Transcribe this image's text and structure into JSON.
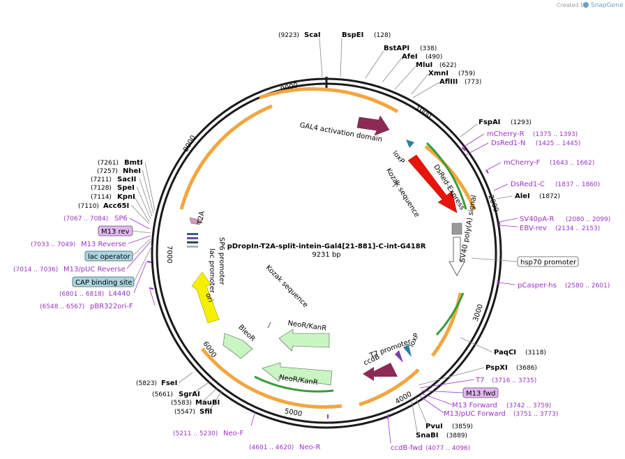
{
  "branding": {
    "created_by": "Created by",
    "product": "SnapGene"
  },
  "plasmid": {
    "name": "pDropIn-T2A-split-intein-Gal4[21-881]-C-int-G418R",
    "size_label": "9231 bp",
    "length": 9231
  },
  "ticks": [
    "1000",
    "2000",
    "3000",
    "4000",
    "5000",
    "6000",
    "7000",
    "8000",
    "9000"
  ],
  "sites": [
    {
      "name": "ScaI",
      "pos": "(9223)"
    },
    {
      "name": "BspEI",
      "pos": "(128)"
    },
    {
      "name": "BstAPI",
      "pos": "(338)"
    },
    {
      "name": "AfeI",
      "pos": "(490)"
    },
    {
      "name": "MluI",
      "pos": "(622)"
    },
    {
      "name": "XmnI",
      "pos": "(759)"
    },
    {
      "name": "AflIII",
      "pos": "(773)"
    },
    {
      "name": "FspAI",
      "pos": "(1293)"
    },
    {
      "name": "AleI",
      "pos": "(1872)"
    },
    {
      "name": "PaqCI",
      "pos": "(3118)"
    },
    {
      "name": "PspXI",
      "pos": "(3686)"
    },
    {
      "name": "PvuI",
      "pos": "(3859)"
    },
    {
      "name": "SnaBI",
      "pos": "(3889)"
    },
    {
      "name": "FseI",
      "pos": "(5823)"
    },
    {
      "name": "SgrAI",
      "pos": "(5661)"
    },
    {
      "name": "MauBI",
      "pos": "(5583)"
    },
    {
      "name": "SfiI",
      "pos": "(5547)"
    },
    {
      "name": "BmtI",
      "pos": "(7261)"
    },
    {
      "name": "NheI",
      "pos": "(7257)"
    },
    {
      "name": "SacII",
      "pos": "(7211)"
    },
    {
      "name": "SpeI",
      "pos": "(7128)"
    },
    {
      "name": "KpnI",
      "pos": "(7114)"
    },
    {
      "name": "Acc65I",
      "pos": "(7110)"
    }
  ],
  "primers": [
    {
      "name": "mCherry-R",
      "range": "(1375 .. 1393)"
    },
    {
      "name": "DsRed1-N",
      "range": "(1425 .. 1445)"
    },
    {
      "name": "mCherry-F",
      "range": "(1643 .. 1662)"
    },
    {
      "name": "DsRed1-C",
      "range": "(1837 .. 1860)"
    },
    {
      "name": "SV40pA-R",
      "range": "(2080 .. 2099)"
    },
    {
      "name": "EBV-rev",
      "range": "(2134 .. 2153)"
    },
    {
      "name": "pCasper-hs",
      "range": "(2580 .. 2601)"
    },
    {
      "name": "T7",
      "range": "(3716 .. 3735)"
    },
    {
      "name": "M13 Forward",
      "range": "(3742 .. 3759)"
    },
    {
      "name": "M13/pUC Forward",
      "range": "(3751 .. 3773)"
    },
    {
      "name": "ccdB-fwd",
      "range": "(4077 .. 4096)"
    },
    {
      "name": "Neo-F",
      "range": "(5211 .. 5230)"
    },
    {
      "name": "Neo-R",
      "range": "(4601 .. 4620)"
    },
    {
      "name": "SP6",
      "range": "(7067 .. 7084)"
    },
    {
      "name": "M13 Reverse",
      "range": "(7033 .. 7049)"
    },
    {
      "name": "M13/pUC Reverse",
      "range": "(7014 .. 7036)"
    },
    {
      "name": "L4440",
      "range": "(6801 .. 6818)"
    },
    {
      "name": "pBR322ori-F",
      "range": "(6548 .. 6567)"
    }
  ],
  "boxed_features": {
    "m13_rev": "M13 rev",
    "lac_operator": "lac operator",
    "cap_binding_site": "CAP binding site",
    "hsp70_promoter": "hsp70 promoter",
    "m13_fwd": "M13 fwd"
  },
  "features": {
    "gal4": "GAL4 activation domain",
    "loxp_top": "loxP",
    "dsred": "DsRed-Express",
    "kozak_top": "Kozak sequence",
    "sv40": "SV40 poly(A) signal",
    "t7_promoter": "T7 promoter",
    "loxp_bottom": "loxP",
    "ccdb": "ccdB",
    "neokan_inner": "NeoR/KanR",
    "neokan_outer": "NeoR/KanR",
    "bleor": "BleoR",
    "kozak_bottom": "Kozak sequence",
    "ori": "ori",
    "t2a": "T2A",
    "sp6_promoter": "SP6 promoter",
    "lac_promoter": "lac promoter"
  },
  "colors": {
    "backbone": "#1a1a1a",
    "orange_orf": "#f2a640",
    "green_orf": "#3a9a3a",
    "dsred": "#e8140c",
    "gal4": "#8c2a55",
    "ori": "#f5f000",
    "neo": "#c9f5c2",
    "loxp": "#2a7f9c",
    "primer": "#9b30c8",
    "boxed_blue": "#a9d4e0",
    "boxed_purple": "#e3b7f2"
  }
}
